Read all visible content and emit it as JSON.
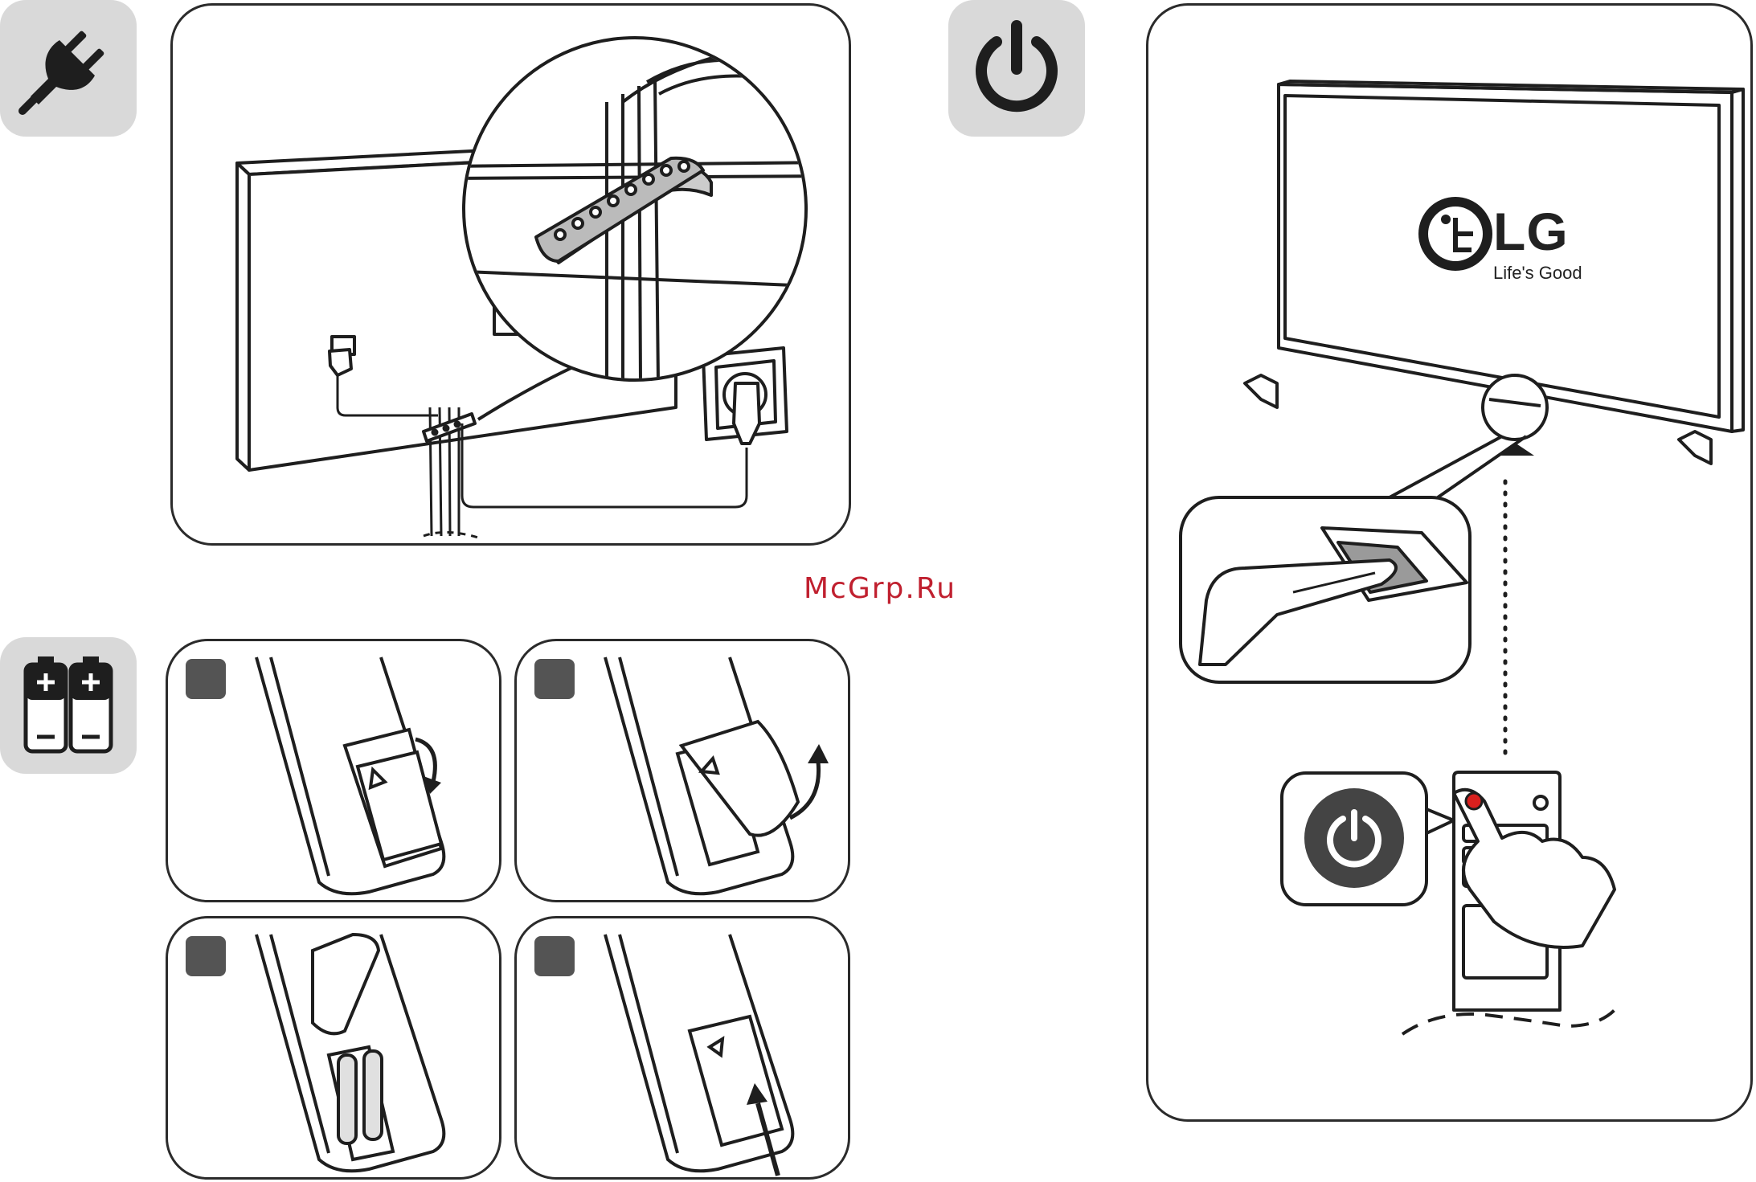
{
  "watermark": "McGrp.Ru",
  "brand": {
    "name": "LG",
    "tagline": "Life's Good"
  },
  "badges": [
    {
      "id": "power-cable",
      "icon": "plug-icon"
    },
    {
      "id": "batteries",
      "icon": "battery-icon"
    },
    {
      "id": "power-on",
      "icon": "power-icon"
    }
  ],
  "steps": [
    {
      "id": "open-cover",
      "arrow": "curved-down"
    },
    {
      "id": "lift-cover",
      "arrow": "curved-up"
    },
    {
      "id": "insert-batteries",
      "arrow": "none"
    },
    {
      "id": "close-cover",
      "arrow": "straight-up"
    }
  ],
  "colors": {
    "badge": "#d9d9d9",
    "step_square": "#545454",
    "outline": "#2b2b2b",
    "remote_power_dot": "#d9201e",
    "watermark": "#c0202f"
  }
}
